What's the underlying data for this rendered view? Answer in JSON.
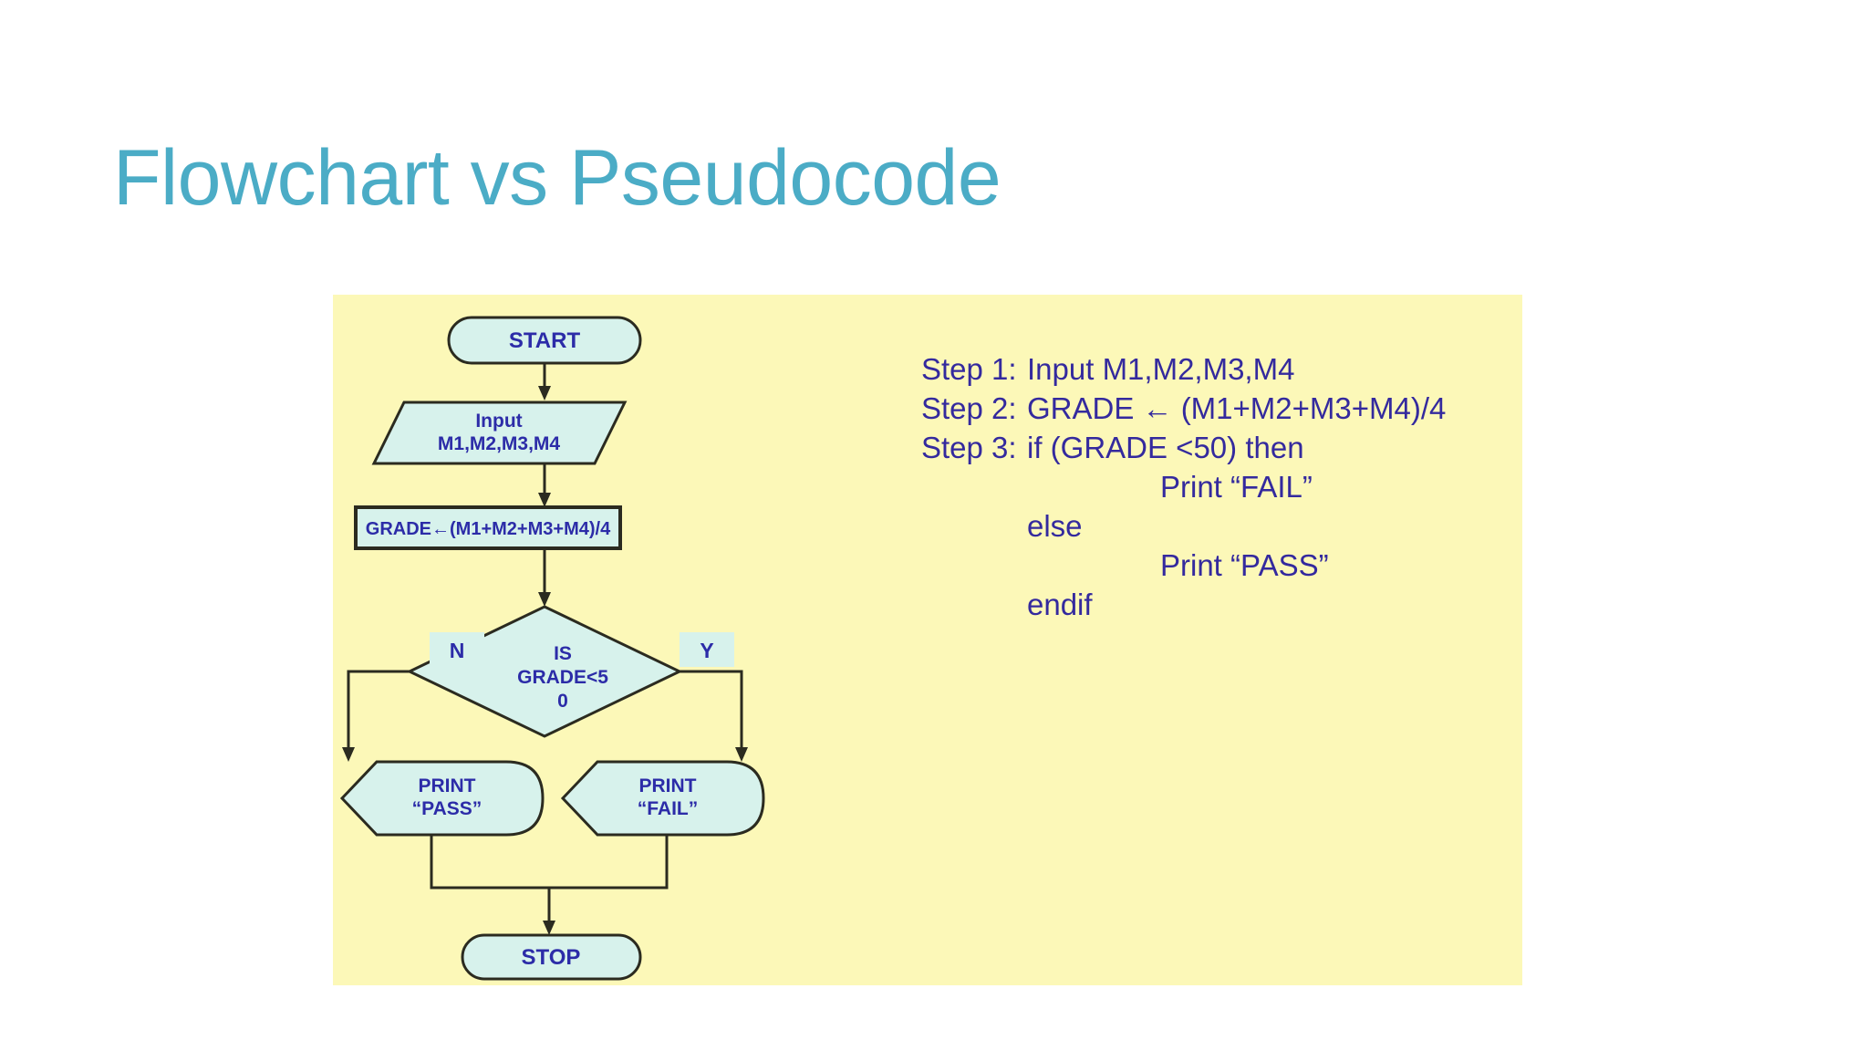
{
  "slide": {
    "title": "Flowchart vs Pseudocode",
    "title_color": "#4BACC6",
    "panel_color": "#FCF8B8",
    "shape_fill": "#D7F2EC",
    "shape_stroke": "#2b2b20",
    "text_color": "#2c2ca8"
  },
  "flowchart": {
    "nodes": {
      "start": {
        "label": "START",
        "type": "terminal"
      },
      "input": {
        "line1": "Input",
        "line2": "M1,M2,M3,M4",
        "type": "input-parallelogram"
      },
      "process": {
        "label": "GRADE←(M1+M2+M3+M4)/4",
        "type": "process"
      },
      "decision": {
        "line1": "IS",
        "line2": "GRADE<5",
        "line3": "0",
        "type": "decision"
      },
      "print_pass": {
        "line1": "PRINT",
        "line2": "“PASS”",
        "type": "display"
      },
      "print_fail": {
        "line1": "PRINT",
        "line2": "“FAIL”",
        "type": "display"
      },
      "stop": {
        "label": "STOP",
        "type": "terminal"
      }
    },
    "branch_labels": {
      "no": "N",
      "yes": "Y"
    }
  },
  "pseudocode": {
    "lines": [
      {
        "step": "Step 1:",
        "body": "Input M1,M2,M3,M4",
        "indent": "none"
      },
      {
        "step": "Step 2:",
        "body": "GRADE ← (M1+M2+M3+M4)/4",
        "indent": "none"
      },
      {
        "step": "Step 3:",
        "body": "if (GRADE <50) then",
        "indent": "none"
      },
      {
        "step": "",
        "body": "Print “FAIL”",
        "indent": "body"
      },
      {
        "step": "",
        "body": "else",
        "indent": "kw"
      },
      {
        "step": "",
        "body": "Print “PASS”",
        "indent": "body"
      },
      {
        "step": "",
        "body": "endif",
        "indent": "kw"
      }
    ]
  }
}
